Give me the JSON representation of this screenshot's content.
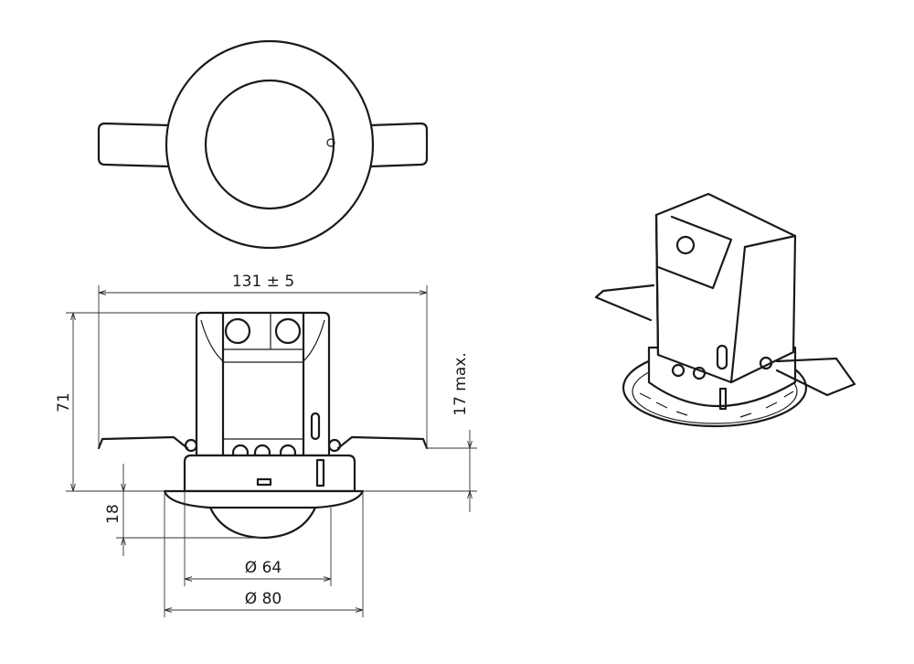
{
  "dimensions": {
    "width": "131 ± 5",
    "height": "71",
    "max_depth": "17 max.",
    "dome_height": "18",
    "inner_diameter": "Ø 64",
    "outer_diameter": "Ø 80"
  }
}
